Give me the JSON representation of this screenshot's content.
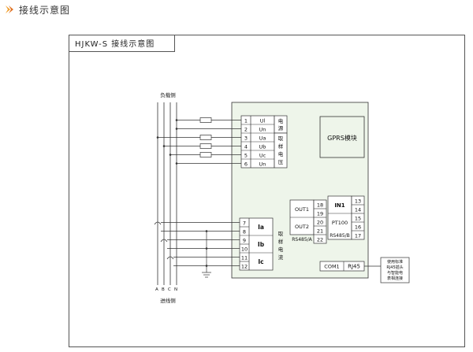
{
  "page_title": "接线示意图",
  "diagram_title": "HJKW-S 接线示意图",
  "colors": {
    "accent_arrow": "#f0a030",
    "panel_fill": "#eef5ea",
    "line": "#333333"
  },
  "labels": {
    "load_side": "负载侧",
    "line_side": "进线侧",
    "phases": [
      "A",
      "B",
      "C",
      "N"
    ],
    "power_group": [
      "电",
      "源"
    ],
    "voltage_group": [
      "取",
      "样",
      "电",
      "压"
    ],
    "current_group": [
      "取",
      "样",
      "电",
      "流"
    ],
    "gprs": "GPRS模块",
    "out1": "OUT1",
    "out2": "OUT2",
    "in1": "IN1",
    "pt100": "PT100",
    "rs485a": "RS485/A",
    "rs485b": "RS485/B",
    "com1": "COM1",
    "rj45": "RJ45",
    "note": [
      "使用标准",
      "RJ45插头",
      "与智能电",
      "表相连接"
    ]
  },
  "terminals": {
    "voltage": [
      {
        "num": "1",
        "sig": "Ul"
      },
      {
        "num": "2",
        "sig": "Un"
      },
      {
        "num": "3",
        "sig": "Ua"
      },
      {
        "num": "4",
        "sig": "Ub"
      },
      {
        "num": "5",
        "sig": "Uc"
      },
      {
        "num": "6",
        "sig": "Un"
      }
    ],
    "current_nums": [
      "7",
      "8",
      "9",
      "10",
      "11",
      "12"
    ],
    "current_sigs": [
      "Ia",
      "Ib",
      "Ic"
    ],
    "mid_left": [
      "18",
      "19",
      "20",
      "21",
      "22"
    ],
    "mid_right": [
      "13",
      "14",
      "15",
      "16",
      "17"
    ]
  }
}
